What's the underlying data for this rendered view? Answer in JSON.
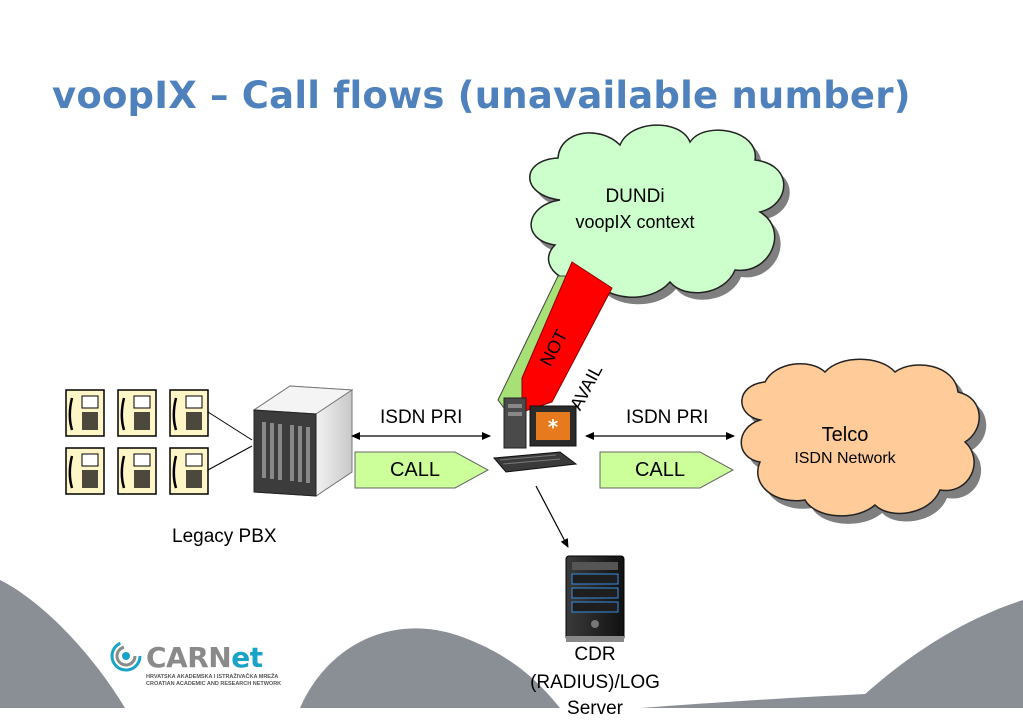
{
  "title": "voopIX – Call flows (unavailable number)",
  "dundi_cloud": {
    "line1": "DUNDi",
    "line2": "voopIX context"
  },
  "telco_cloud": {
    "line1": "Telco",
    "line2": "ISDN Network"
  },
  "links": {
    "left_label": "ISDN PRI",
    "right_label": "ISDN PRI"
  },
  "call_arrows": {
    "left": "CALL",
    "right": "CALL"
  },
  "not_avail": {
    "line1": "NOT",
    "line2": "AVAIL"
  },
  "pbx_label": "Legacy PBX",
  "cdr_label": {
    "line1": "CDR",
    "line2": "(RADIUS)/LOG",
    "line3": "Server"
  },
  "logo": {
    "text_main": "CARN",
    "text_accent": "et",
    "sub1": "HRVATSKA AKADEMSKA I ISTRAŽIVAČKA MREŽA",
    "sub2": "CROATIAN ACADEMIC AND RESEARCH NETWORK"
  },
  "colors": {
    "title": "#4f81bd",
    "dundi_cloud_fill": "#ccffcc",
    "telco_cloud_fill": "#ffcc99",
    "call_arrow_fill": "#ccff99",
    "not_avail_fill": "#ff0000",
    "bottom_shape": "#8a8f96"
  },
  "icons": [
    "phone-icon",
    "pbx-server-icon",
    "asterisk-pc-icon",
    "cdr-server-icon",
    "carnet-logo-icon"
  ]
}
